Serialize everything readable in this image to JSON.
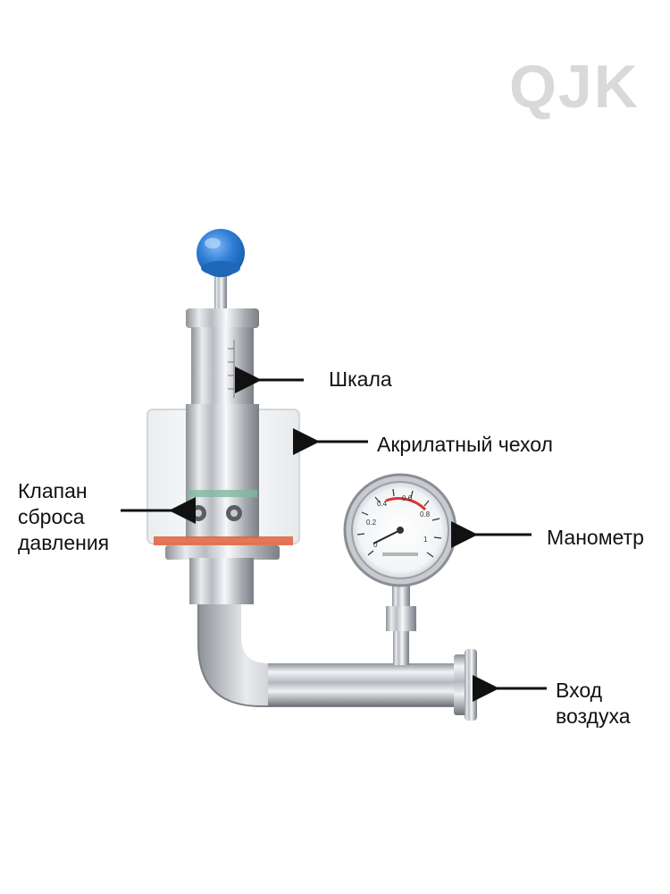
{
  "watermark": "QJK",
  "labels": {
    "scale": "Шкала",
    "acrylic_cover": "Акрилатный чехол",
    "relief_valve": [
      "Клапан",
      "сброса",
      "давления"
    ],
    "manometer": "Манометр",
    "air_inlet": [
      "Вход",
      "воздуха"
    ]
  },
  "gauge": {
    "ticks": [
      "0",
      "0.2",
      "0.4",
      "0.6",
      "0.8",
      "1"
    ]
  },
  "colors": {
    "knob": "#2f7fd6",
    "steel": "#c9ccd1",
    "gasket": "#e0603a",
    "arrow": "#111111"
  }
}
